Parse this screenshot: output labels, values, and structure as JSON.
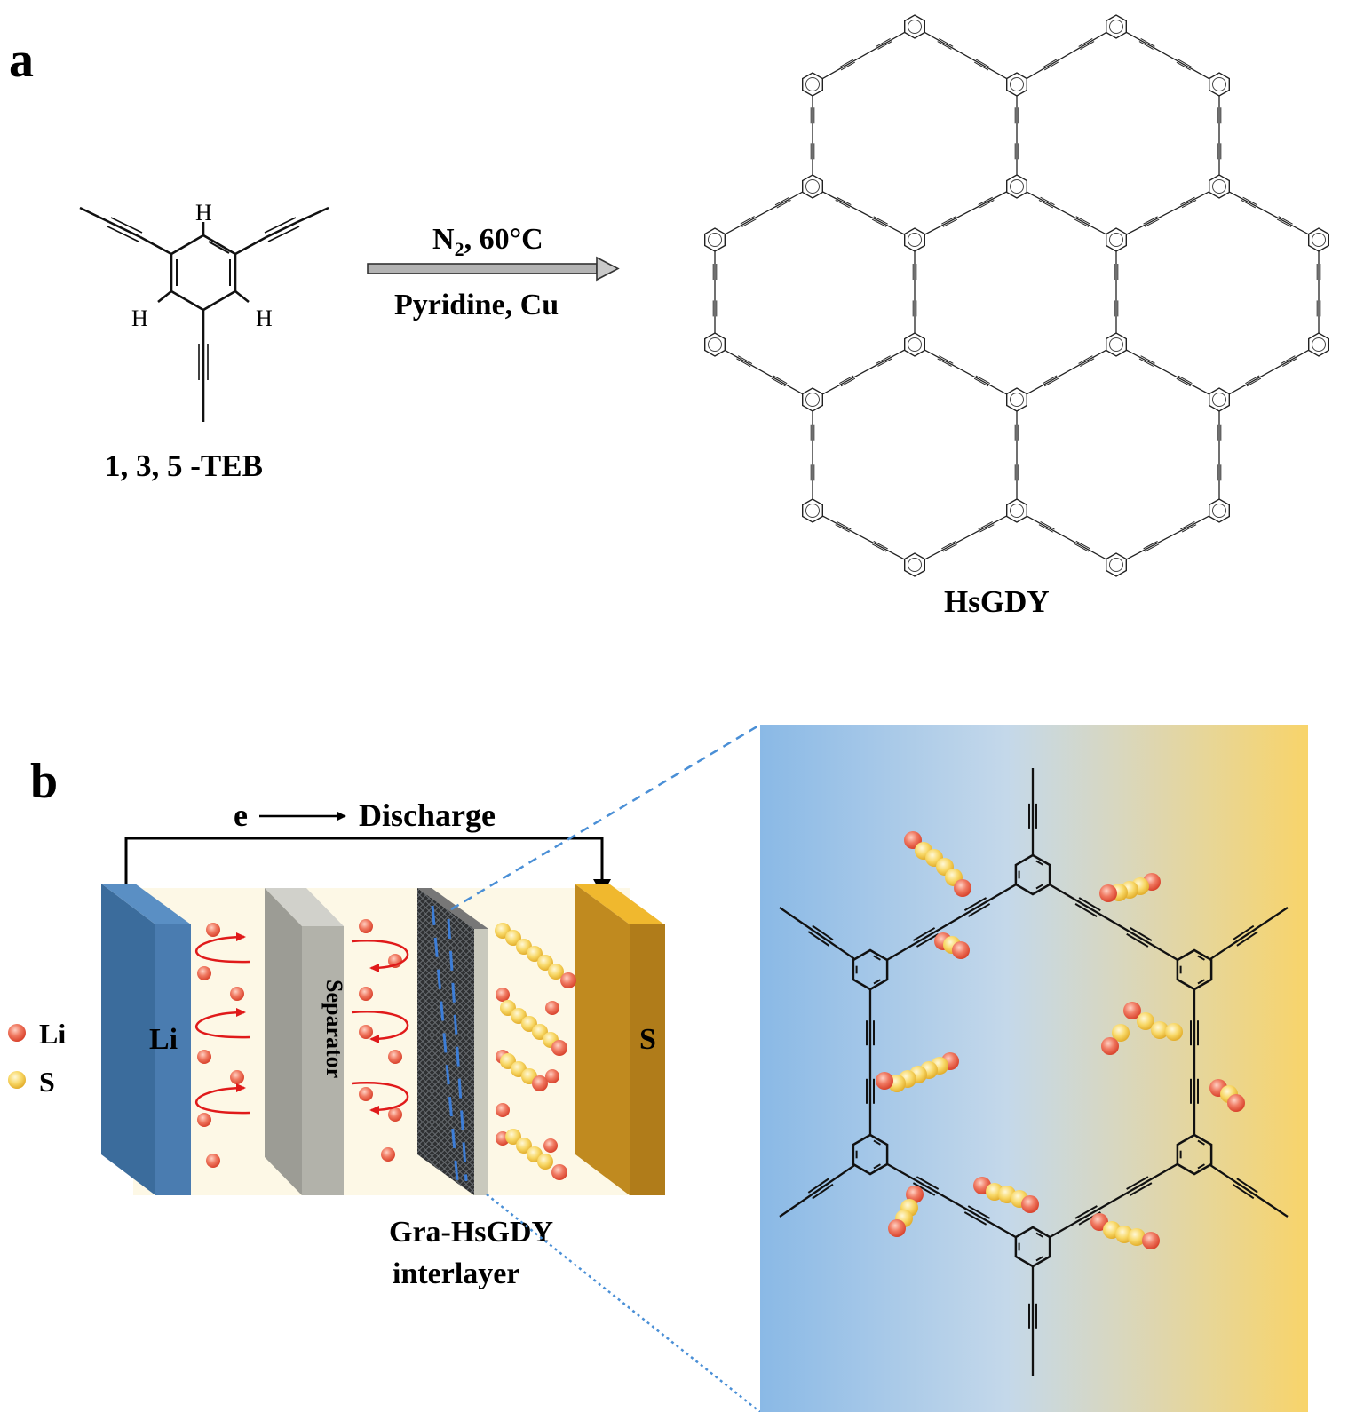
{
  "panel_a": {
    "label": "a",
    "reactant": {
      "name": "1, 3, 5 -TEB",
      "atoms": [
        "H",
        "H",
        "H"
      ]
    },
    "conditions": {
      "line1_main": "N",
      "line1_sub": "2",
      "line1_rest": ", 60°C",
      "line2": "Pyridine, Cu"
    },
    "product": {
      "name": "HsGDY"
    }
  },
  "panel_b": {
    "label": "b",
    "electron": "e",
    "direction": "Discharge",
    "anode": "Li",
    "separator": "Separator",
    "cathode": "S",
    "interlayer_line1": "Gra-HsGDY",
    "interlayer_line2": "interlayer",
    "legend": [
      {
        "label": "Li",
        "color": "#e8543f"
      },
      {
        "label": "S",
        "color": "#f4c94a"
      }
    ],
    "colors": {
      "anode": "#3f72a5",
      "cathode": "#c58f24",
      "separator": "#a7a79f",
      "electrolyte": "#fdf8e6",
      "arrow": "#e01a1a",
      "zoom_left": "#8ab9e6",
      "zoom_mid": "#bfd6ea",
      "zoom_right": "#f7d36b"
    }
  }
}
